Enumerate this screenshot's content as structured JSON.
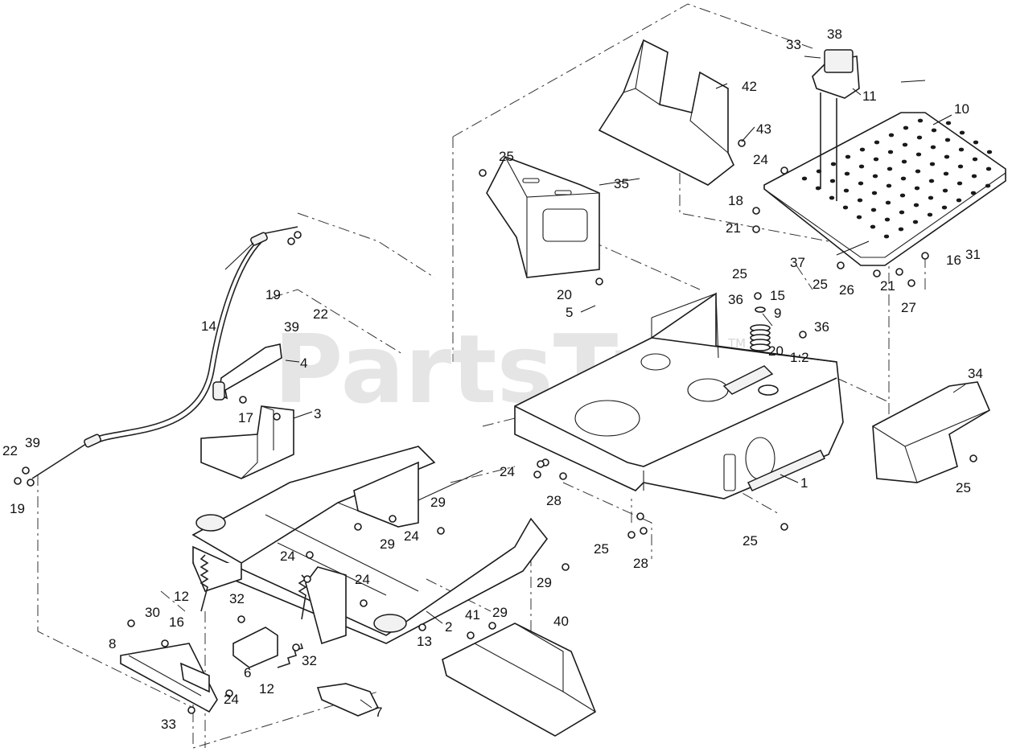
{
  "watermark": {
    "text": "PartsTree",
    "trademark": "TM"
  },
  "callouts": [
    {
      "key": "c1",
      "label": "1"
    },
    {
      "key": "c2",
      "label": "2"
    },
    {
      "key": "c3",
      "label": "3"
    },
    {
      "key": "c4",
      "label": "4"
    },
    {
      "key": "c5",
      "label": "5"
    },
    {
      "key": "c6",
      "label": "6"
    },
    {
      "key": "c7",
      "label": "7"
    },
    {
      "key": "c8",
      "label": "8"
    },
    {
      "key": "c9",
      "label": "9"
    },
    {
      "key": "c10",
      "label": "10"
    },
    {
      "key": "c11",
      "label": "11"
    },
    {
      "key": "c12a",
      "label": "12"
    },
    {
      "key": "c12b",
      "label": "12"
    },
    {
      "key": "c13",
      "label": "13"
    },
    {
      "key": "c14",
      "label": "14"
    },
    {
      "key": "c15",
      "label": "15"
    },
    {
      "key": "c16a",
      "label": "16"
    },
    {
      "key": "c16b",
      "label": "16"
    },
    {
      "key": "c17",
      "label": "17"
    },
    {
      "key": "c18",
      "label": "18"
    },
    {
      "key": "c19a",
      "label": "19"
    },
    {
      "key": "c19b",
      "label": "19"
    },
    {
      "key": "c20a",
      "label": "20"
    },
    {
      "key": "c20b",
      "label": "20"
    },
    {
      "key": "c21a",
      "label": "21"
    },
    {
      "key": "c21b",
      "label": "21"
    },
    {
      "key": "c22a",
      "label": "22"
    },
    {
      "key": "c22b",
      "label": "22"
    },
    {
      "key": "c24a",
      "label": "24"
    },
    {
      "key": "c24b",
      "label": "24"
    },
    {
      "key": "c24c",
      "label": "24"
    },
    {
      "key": "c24d",
      "label": "24"
    },
    {
      "key": "c24e",
      "label": "24"
    },
    {
      "key": "c24f",
      "label": "24"
    },
    {
      "key": "c25a",
      "label": "25"
    },
    {
      "key": "c25b",
      "label": "25"
    },
    {
      "key": "c25c",
      "label": "25"
    },
    {
      "key": "c25d",
      "label": "25"
    },
    {
      "key": "c25e",
      "label": "25"
    },
    {
      "key": "c25f",
      "label": "25"
    },
    {
      "key": "c26",
      "label": "26"
    },
    {
      "key": "c27",
      "label": "27"
    },
    {
      "key": "c28a",
      "label": "28"
    },
    {
      "key": "c28b",
      "label": "28"
    },
    {
      "key": "c29a",
      "label": "29"
    },
    {
      "key": "c29b",
      "label": "29"
    },
    {
      "key": "c29c",
      "label": "29"
    },
    {
      "key": "c29d",
      "label": "29"
    },
    {
      "key": "c30",
      "label": "30"
    },
    {
      "key": "c31",
      "label": "31"
    },
    {
      "key": "c32a",
      "label": "32"
    },
    {
      "key": "c32b",
      "label": "32"
    },
    {
      "key": "c33a",
      "label": "33"
    },
    {
      "key": "c33b",
      "label": "33"
    },
    {
      "key": "c34",
      "label": "34"
    },
    {
      "key": "c35",
      "label": "35"
    },
    {
      "key": "c36a",
      "label": "36"
    },
    {
      "key": "c36b",
      "label": "36"
    },
    {
      "key": "c37",
      "label": "37"
    },
    {
      "key": "c38",
      "label": "38"
    },
    {
      "key": "c39a",
      "label": "39"
    },
    {
      "key": "c39b",
      "label": "39"
    },
    {
      "key": "c40",
      "label": "40"
    },
    {
      "key": "c41",
      "label": "41"
    },
    {
      "key": "c42",
      "label": "42"
    },
    {
      "key": "c43",
      "label": "43"
    },
    {
      "key": "c1_2",
      "label": "1:2"
    }
  ]
}
